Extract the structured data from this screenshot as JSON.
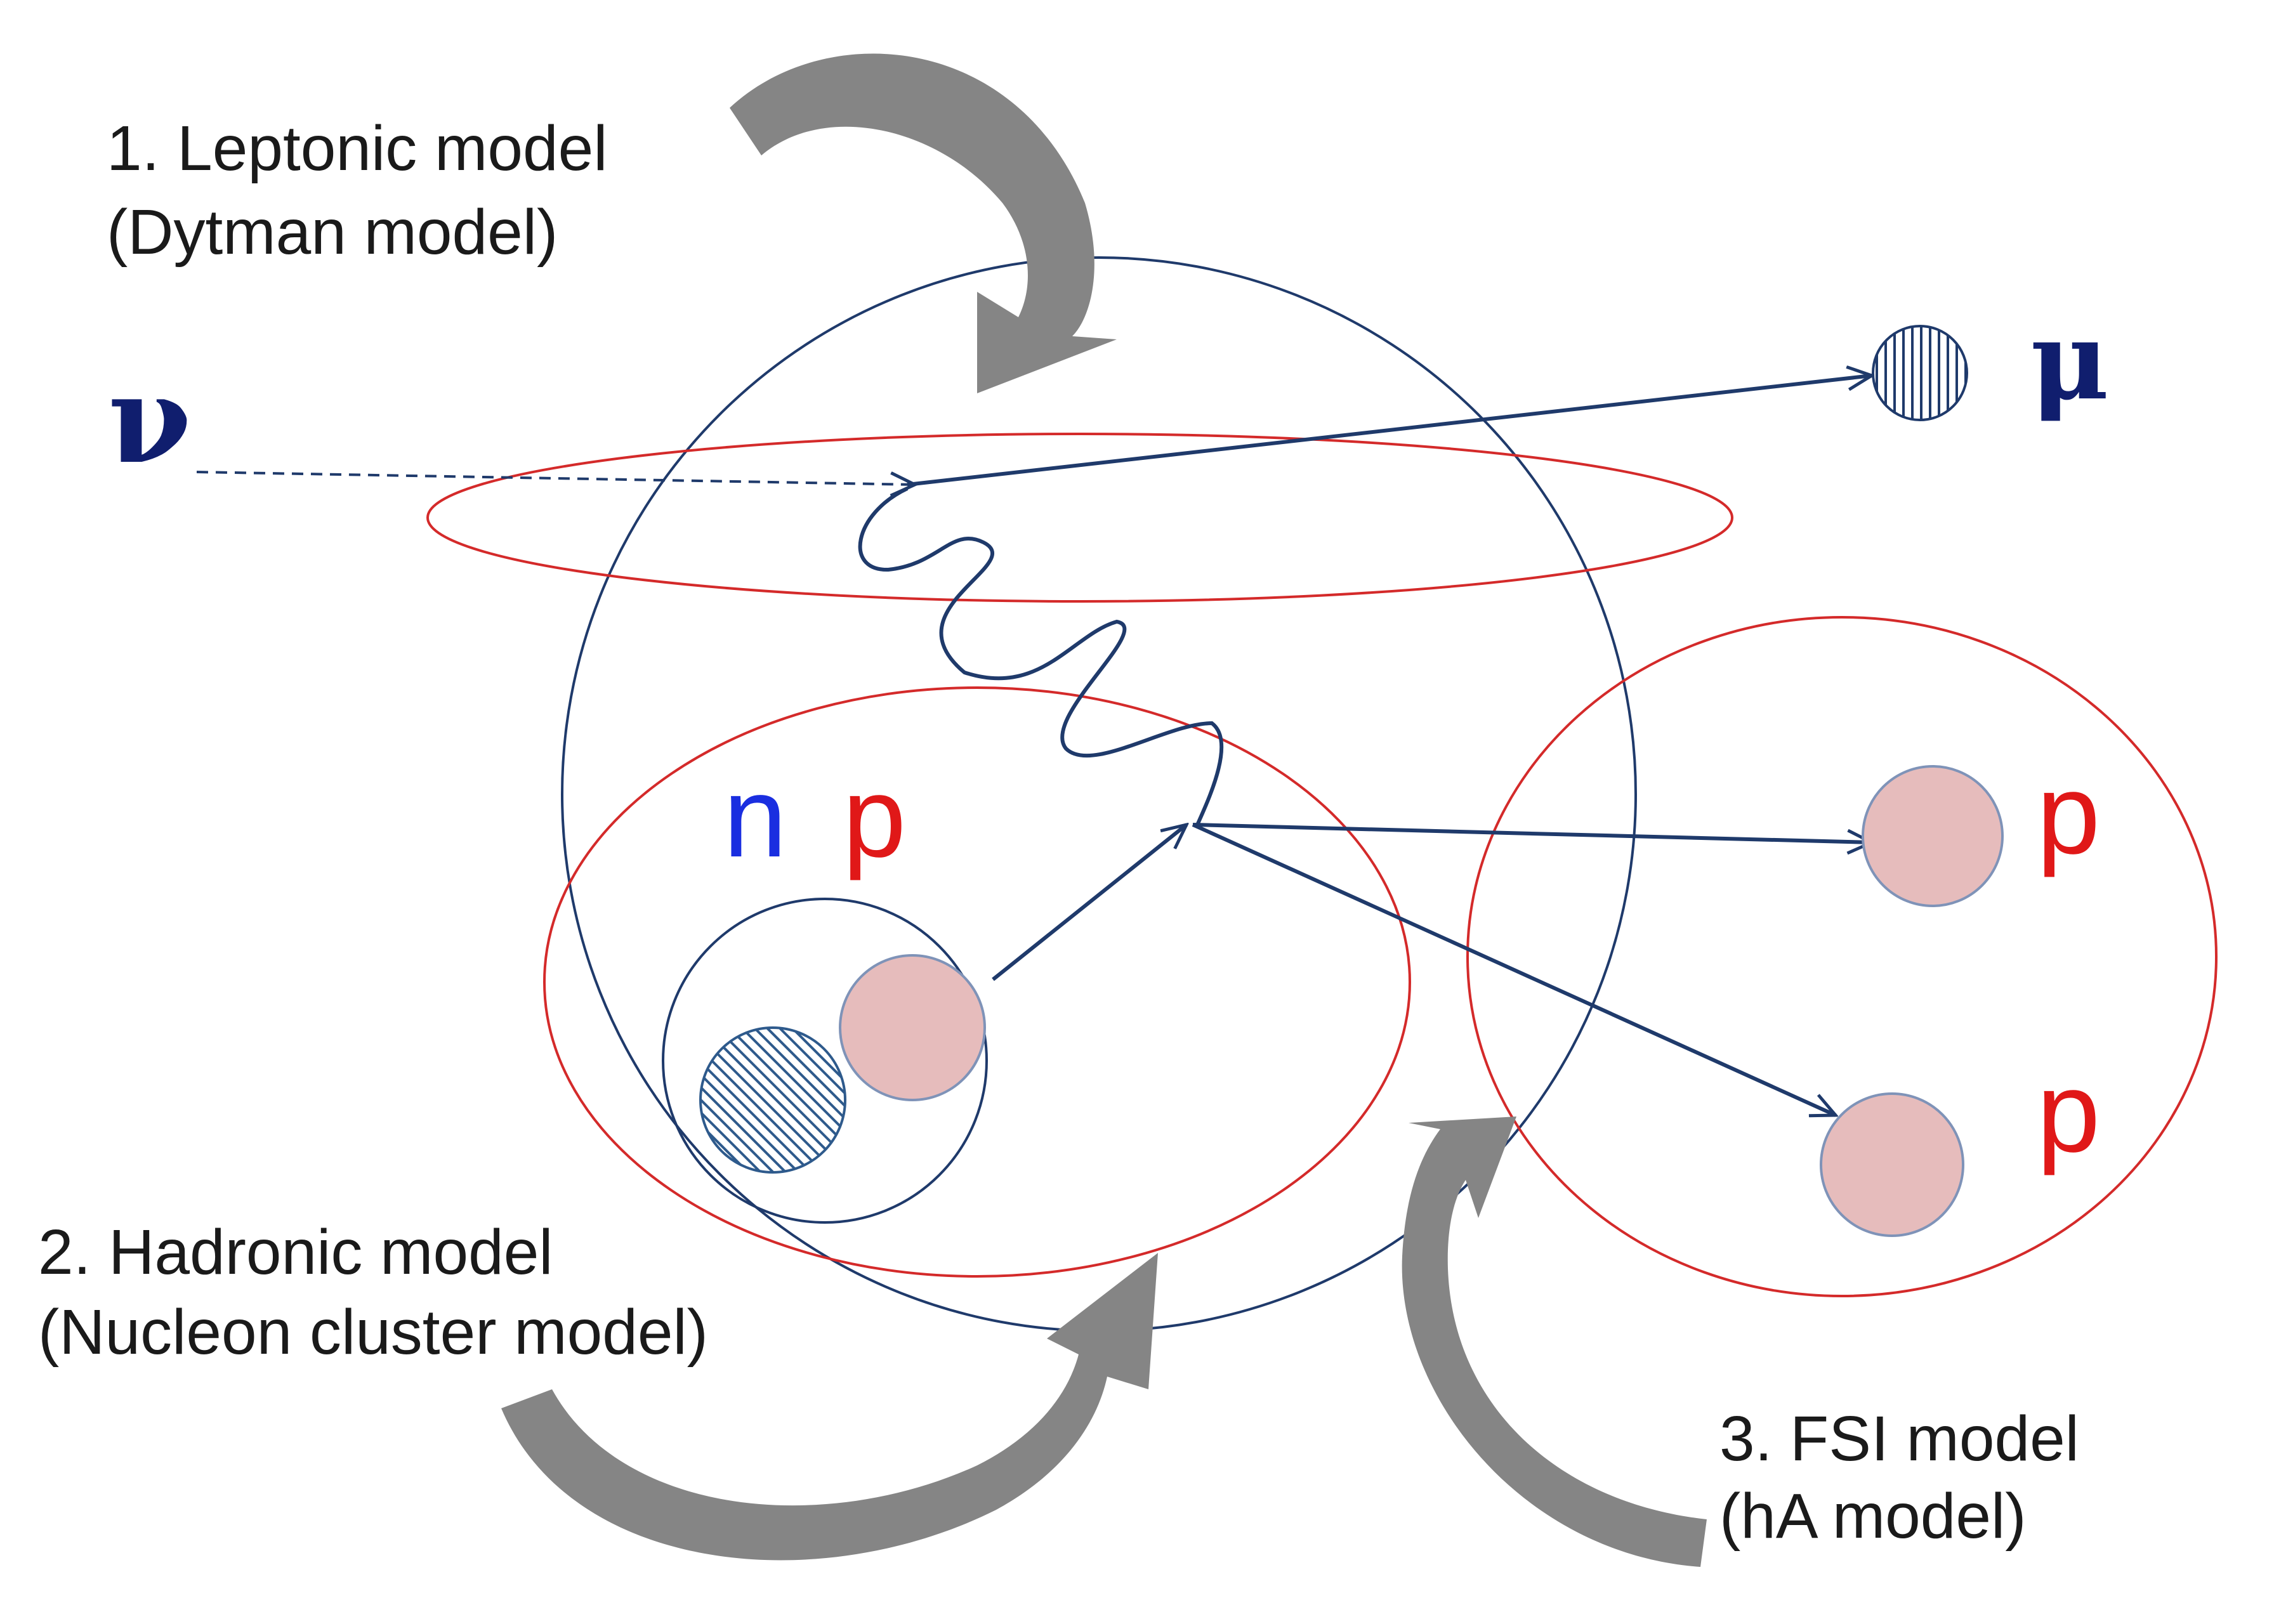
{
  "labels": {
    "leptonic": {
      "line1": "1. Leptonic model",
      "line2": "(Dytman model)"
    },
    "hadronic": {
      "line1": "2. Hadronic model",
      "line2": "(Nucleon cluster model)"
    },
    "fsi": {
      "line1": "3. FSI model",
      "line2": "(hA model)"
    }
  },
  "particles": {
    "neutrino": "ν",
    "muon": "μ",
    "neutron": "n",
    "proton_cluster": "p",
    "proton_out_1": "p",
    "proton_out_2": "p"
  },
  "colors": {
    "navy": "#1f3a6b",
    "red_outline": "#d42a2a",
    "proton_fill": "#e6bcbc",
    "proton_stroke": "#7f93b8",
    "arrow_gray": "#858585",
    "neutron_blue": "#1a2ee0",
    "proton_red": "#e01818",
    "symbol_navy": "#101e6e"
  }
}
